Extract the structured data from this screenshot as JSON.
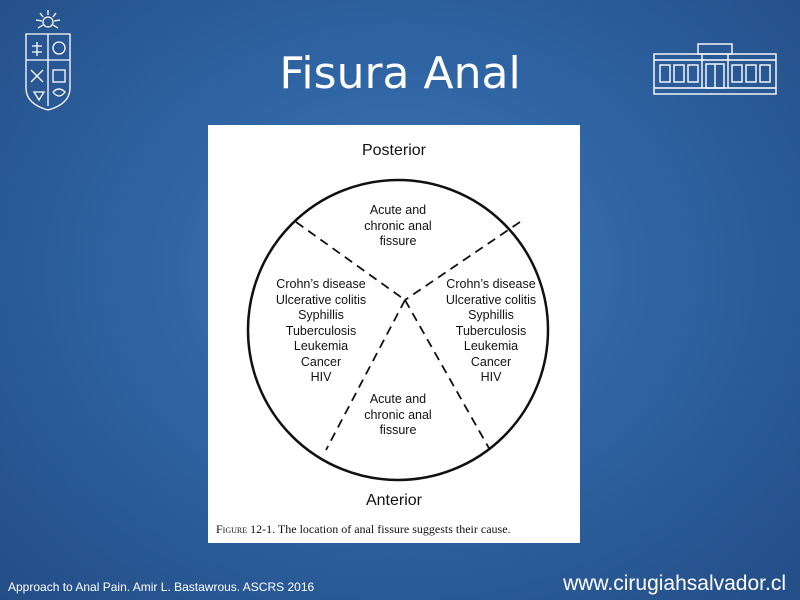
{
  "slide": {
    "title": "Fisura Anal",
    "source": "Approach to Anal Pain. Amir L. Bastawrous. ASCRS 2016",
    "website": "www.cirugiahsalvador.cl"
  },
  "logos": {
    "left": "university-crest-icon",
    "right": "hospital-building-icon"
  },
  "figure": {
    "posterior_label": "Posterior",
    "anterior_label": "Anterior",
    "caption_number": "Figure 12-1.",
    "caption_text": "The location of anal fissure suggests their cause.",
    "regions": {
      "posterior": [
        "Acute and",
        "chronic anal",
        "fissure"
      ],
      "anterior": [
        "Acute and",
        "chronic anal",
        "fissure"
      ],
      "left": [
        "Crohn’s disease",
        "Ulcerative colitis",
        "Syphillis",
        "Tuberculosis",
        "Leukemia",
        "Cancer",
        "HIV"
      ],
      "right": [
        "Crohn’s disease",
        "Ulcerative colitis",
        "Syphillis",
        "Tuberculosis",
        "Leukemia",
        "Cancer",
        "HIV"
      ]
    }
  }
}
